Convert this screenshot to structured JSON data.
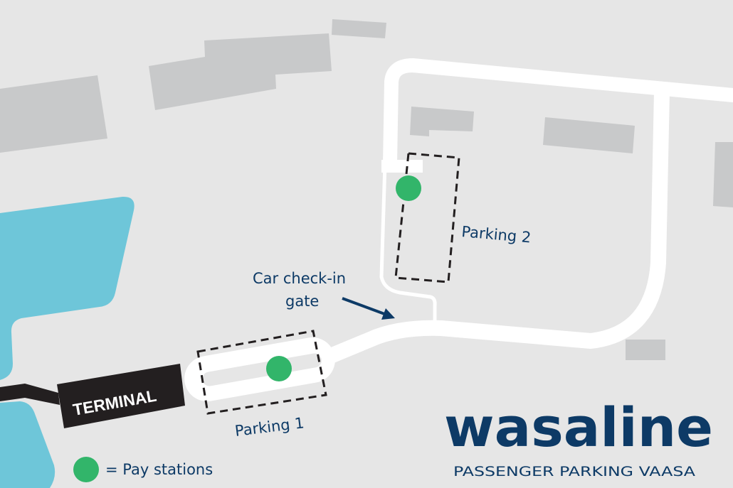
{
  "map": {
    "labels": {
      "terminal": "TERMINAL",
      "parking_1": "Parking 1",
      "parking_2": "Parking 2",
      "gate_line1": "Car check-in",
      "gate_line2": "gate"
    },
    "legend": {
      "pay_stations": "= Pay stations"
    }
  },
  "brand": {
    "logo": "wasaline",
    "subtitle": "PASSENGER PARKING VAASA"
  },
  "colors": {
    "background": "#e6e6e6",
    "building": "#c8c9ca",
    "water": "#6ec6d9",
    "road": "#ffffff",
    "pay_station": "#32b56a",
    "text": "#0d3a66",
    "terminal": "#231f20"
  }
}
